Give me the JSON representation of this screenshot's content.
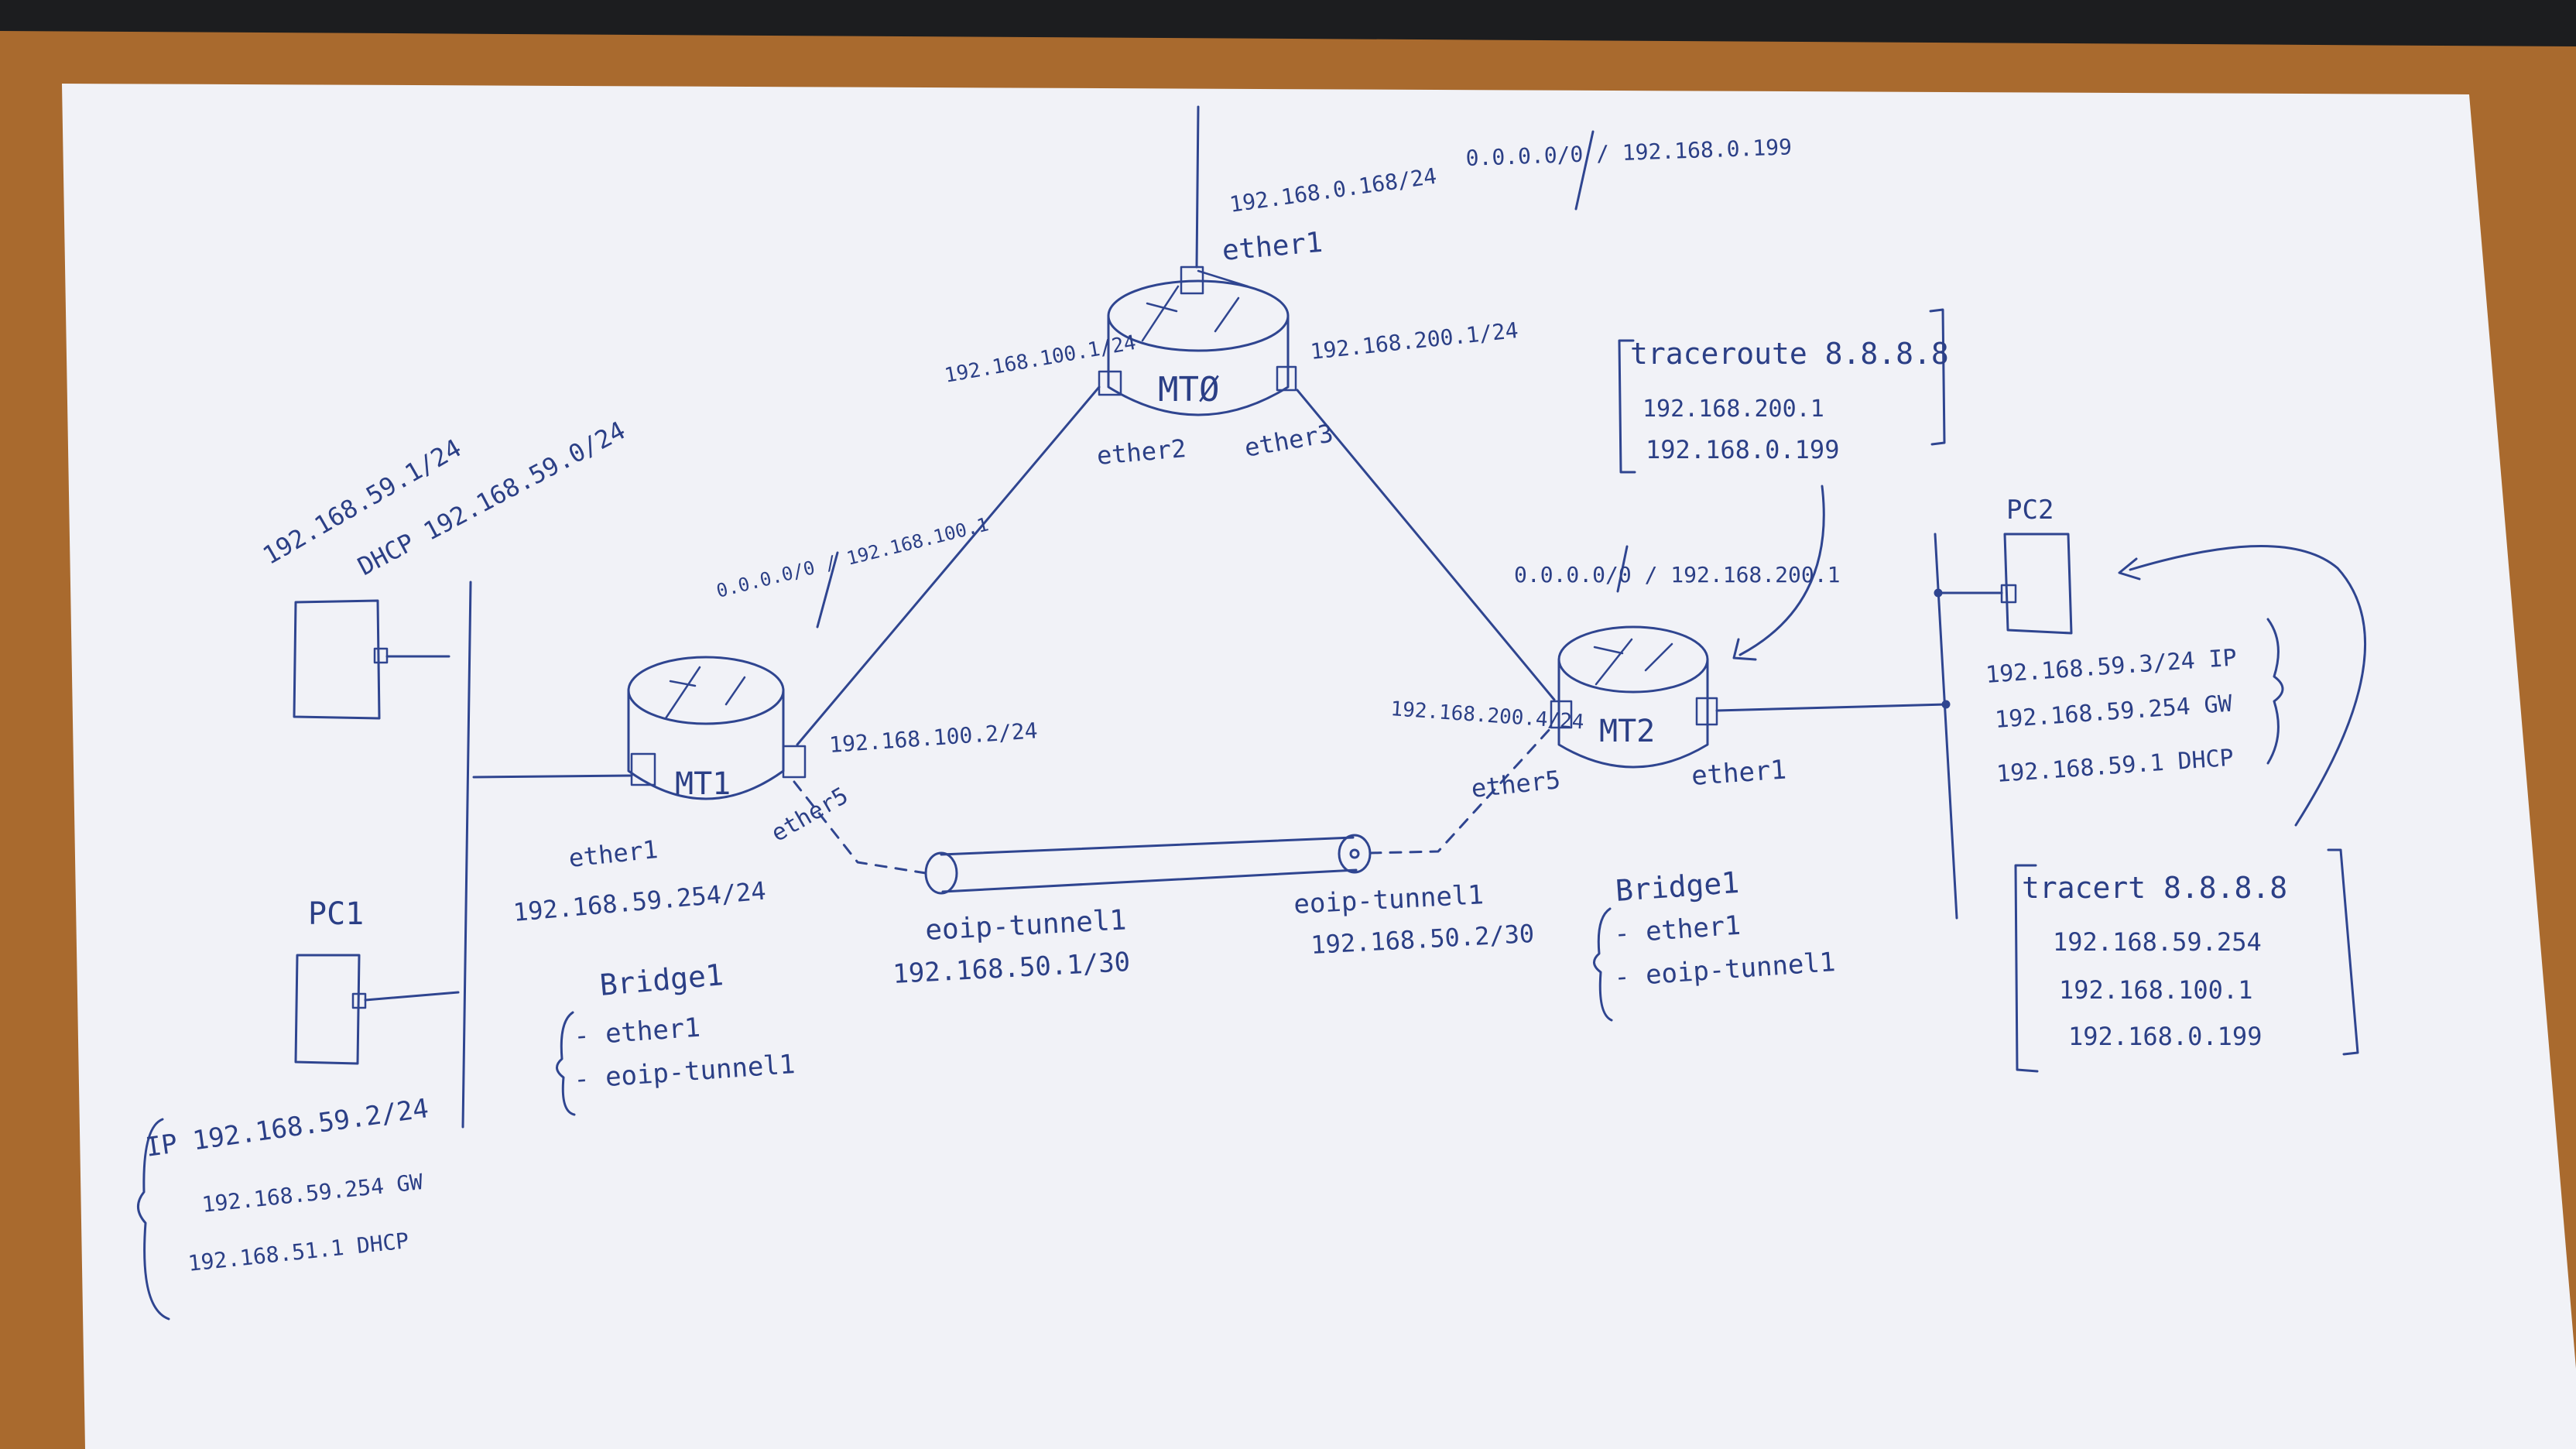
{
  "colors": {
    "table": "#a96a2e",
    "paper": "#f1f2f7",
    "ink": "#2f4590",
    "laptop_edge": "#1c1d1f"
  },
  "diagram": {
    "mt0": {
      "label": "MTØ",
      "wan_ip": "192.168.0.168/24",
      "ether1": "ether1",
      "ether2": "ether2",
      "ether3": "ether3",
      "ether2_ip": "192.168.100.1/24",
      "ether3_ip": "192.168.200.1/24",
      "default_route": "0.0.0.0/0 / 192.168.0.199"
    },
    "mt1": {
      "label": "MT1",
      "default_route": "0.0.0.0/0 / 192.168.100.1",
      "ether5": "ether5",
      "ether5_ip": "192.168.100.2/24",
      "ether1": "ether1",
      "ether1_ip": "192.168.59.254/24",
      "bridge_title": "Bridge1",
      "bridge_ports": [
        "- ether1",
        "- eoip-tunnel1"
      ]
    },
    "mt2": {
      "label": "MT2",
      "default_route": "0.0.0.0/0 / 192.168.200.1",
      "ether5": "ether5",
      "ether5_ip": "192.168.200.4/24",
      "ether1": "ether1",
      "bridge_title": "Bridge1",
      "bridge_ports": [
        "- ether1",
        "- eoip-tunnel1"
      ]
    },
    "tunnel": {
      "left_name": "eoip-tunnel1",
      "left_ip": "192.168.50.1/30",
      "right_name": "eoip-tunnel1",
      "right_ip": "192.168.50.2/30"
    },
    "lan_left": {
      "gw_ip": "192.168.59.1/24",
      "dhcp_label": "DHCP 192.168.59.0/24"
    },
    "pc1": {
      "label": "PC1",
      "lines": [
        "IP 192.168.59.2/24",
        "192.168.59.254 GW",
        "192.168.51.1 DHCP"
      ]
    },
    "pc2": {
      "label": "PC2",
      "lines": [
        "192.168.59.3/24 IP",
        "192.168.59.254 GW",
        "192.168.59.1 DHCP"
      ]
    },
    "traceroute_mt2": {
      "lines": [
        "traceroute 8.8.8.8",
        "192.168.200.1",
        "192.168.0.199"
      ]
    },
    "traceroute_pc2": {
      "lines": [
        "tracert 8.8.8.8",
        "192.168.59.254",
        "192.168.100.1",
        "192.168.0.199"
      ]
    }
  }
}
